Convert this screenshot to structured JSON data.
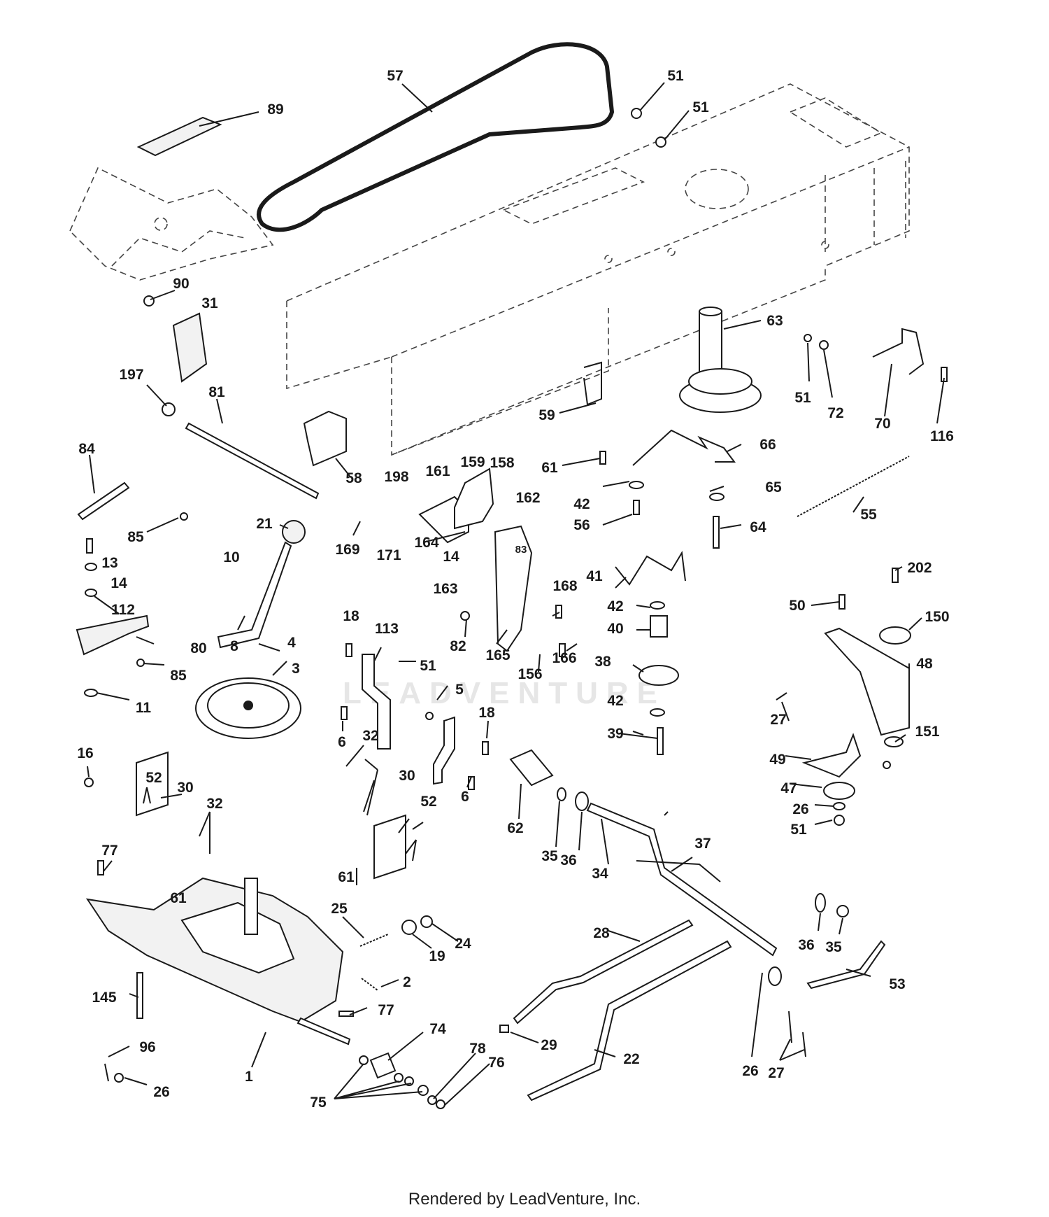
{
  "watermark": "LEADVENTURE",
  "footer": "Rendered by LeadVenture, Inc.",
  "callouts": [
    "57",
    "51",
    "51",
    "89",
    "90",
    "31",
    "63",
    "51",
    "72",
    "70",
    "116",
    "197",
    "81",
    "59",
    "84",
    "58",
    "198",
    "161",
    "159",
    "158",
    "162",
    "61",
    "66",
    "42",
    "65",
    "56",
    "55",
    "85",
    "21",
    "169",
    "171",
    "164",
    "14",
    "163",
    "83",
    "64",
    "10",
    "41",
    "13",
    "14",
    "112",
    "80",
    "8",
    "4",
    "85",
    "3",
    "11",
    "18",
    "113",
    "51",
    "82",
    "165",
    "168",
    "156",
    "166",
    "42",
    "40",
    "38",
    "202",
    "50",
    "150",
    "48",
    "6",
    "5",
    "18",
    "6",
    "27",
    "42",
    "39",
    "151",
    "16",
    "52",
    "30",
    "32",
    "77",
    "61",
    "32",
    "30",
    "52",
    "61",
    "25",
    "19",
    "24",
    "62",
    "35",
    "36",
    "34",
    "37",
    "49",
    "47",
    "26",
    "51",
    "28",
    "36",
    "35",
    "53",
    "145",
    "2",
    "77",
    "96",
    "26",
    "1",
    "74",
    "78",
    "76",
    "75",
    "29",
    "22",
    "26",
    "27"
  ]
}
